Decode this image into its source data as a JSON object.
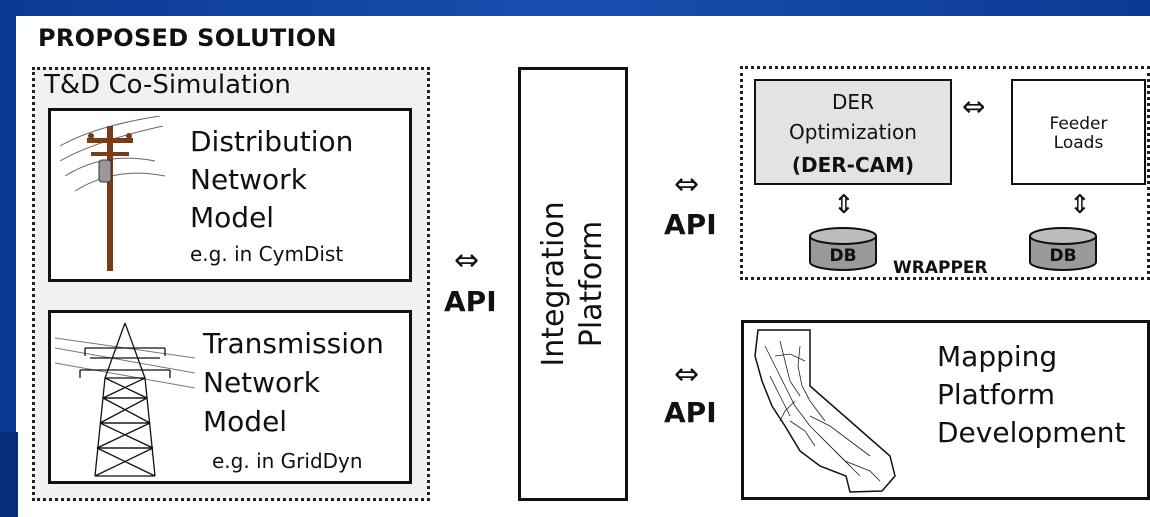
{
  "title": "PROPOSED SOLUTION",
  "co_simulation": {
    "group_label": "T&D Co-Simulation",
    "distribution": {
      "line1": "Distribution",
      "line2": "Network",
      "line3": "Model",
      "example": "e.g. in CymDist"
    },
    "transmission": {
      "line1": "Transmission",
      "line2": "Network",
      "line3": "Model",
      "example": "e.g. in GridDyn"
    }
  },
  "api_labels": {
    "left": "API",
    "top_right": "API",
    "bottom_right": "API"
  },
  "arrow_glyph": "⇔",
  "vertical_arrow_glyph": "⇕",
  "integration": {
    "line1": "Integration",
    "line2": "Platform"
  },
  "wrapper": {
    "label": "WRAPPER",
    "der": {
      "line1": "DER",
      "line2": "Optimization",
      "line3": "(DER-CAM)"
    },
    "feeder": {
      "line1": "Feeder",
      "line2": "Loads"
    },
    "db_left": "DB",
    "db_right": "DB"
  },
  "mapping": {
    "line1": "Mapping",
    "line2": "Platform",
    "line3": "Development"
  },
  "colors": {
    "background": "#0b3a8c",
    "panel": "#ffffff",
    "group_fill": "#f1f1f1",
    "der_fill": "#e3e3e3",
    "db_fill": "#9a9a9a",
    "pole_wood": "#7a3b1a"
  }
}
